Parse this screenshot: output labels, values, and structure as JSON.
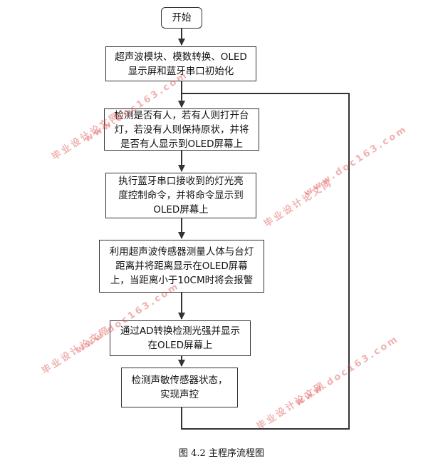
{
  "flowchart": {
    "nodes": [
      {
        "id": "start",
        "label": "开始"
      },
      {
        "id": "init",
        "label": "超声波模块、模数转换、OLED\n显示屏和蓝牙串口初始化"
      },
      {
        "id": "detect-person",
        "label": "检测是否有人，若有人则打开台\n灯，若没有人则保持原状，并将\n是否有人显示到OLED屏幕上"
      },
      {
        "id": "bluetooth",
        "label": "执行蓝牙串口接收到的灯光亮\n度控制命令，并将命令显示到\nOLED屏幕上"
      },
      {
        "id": "ultrasonic",
        "label": "利用超声波传感器测量人体与台灯\n距离并将距离显示在OLED屏幕\n上，当距离小于10CM时将会报警"
      },
      {
        "id": "light",
        "label": "通过AD转换检测光强并显示\n在OLED屏幕上"
      },
      {
        "id": "sound",
        "label": "检测声敏传感器状态，\n实现声控"
      }
    ],
    "edges": [
      {
        "from": "start",
        "to": "init"
      },
      {
        "from": "init",
        "to": "detect-person"
      },
      {
        "from": "detect-person",
        "to": "bluetooth"
      },
      {
        "from": "bluetooth",
        "to": "ultrasonic"
      },
      {
        "from": "ultrasonic",
        "to": "light"
      },
      {
        "from": "light",
        "to": "sound"
      },
      {
        "from": "sound",
        "to": "detect-person",
        "type": "loop"
      }
    ],
    "line_color": "#333333"
  },
  "caption": "图 4.2  主程序流程图",
  "watermark": {
    "site": "毕业设计论文网",
    "url": "www.doc163.com",
    "color": "#e15050"
  }
}
